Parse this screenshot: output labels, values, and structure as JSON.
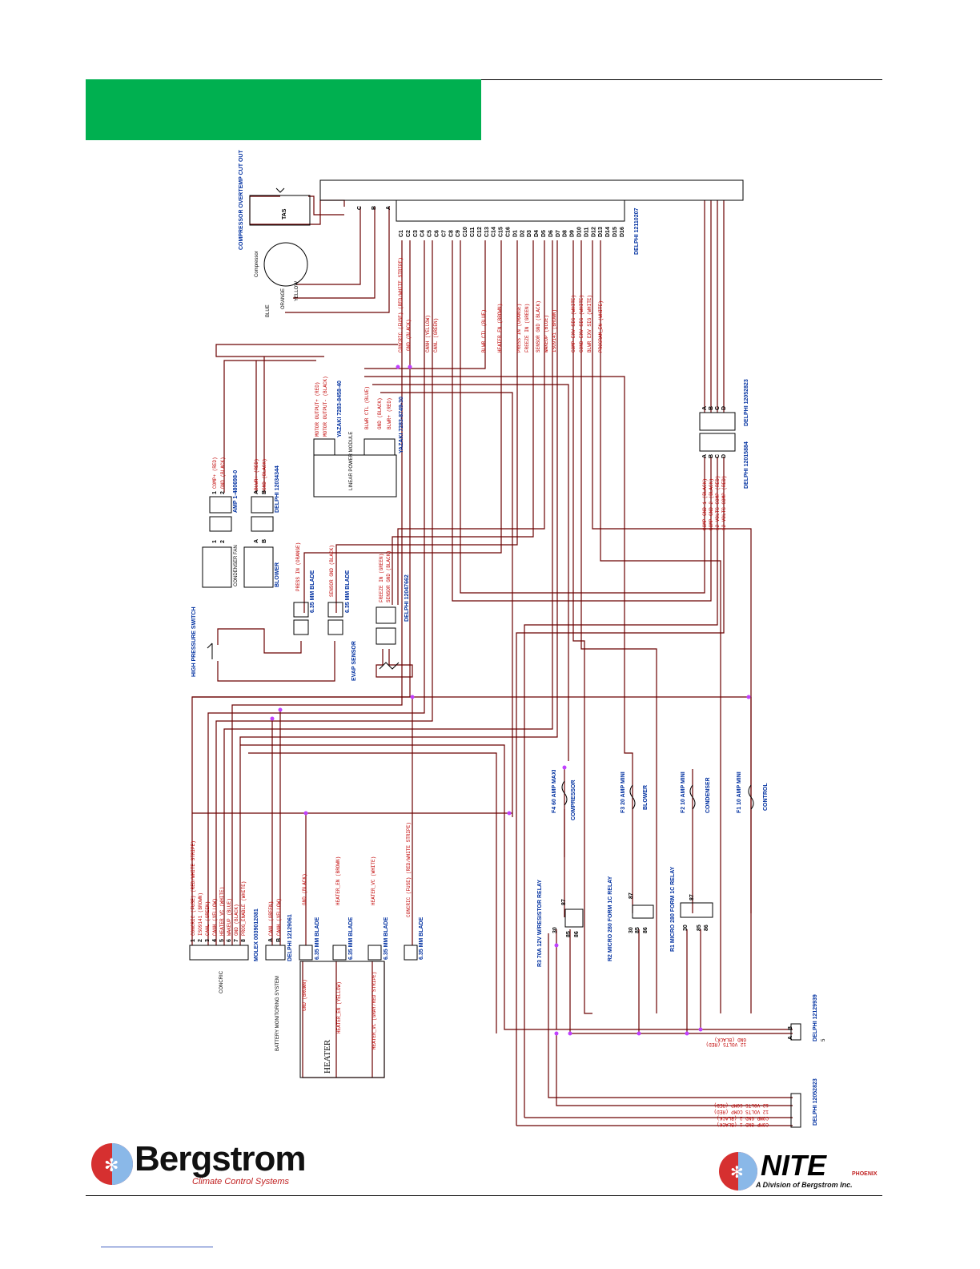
{
  "header": {
    "accent_color": "#00b050"
  },
  "top_labels": {
    "compressor_overtemp": "COMPRESSOR OVERTEMP CUT OUT",
    "tas": "TAS",
    "compressor": "Compressor",
    "wire_blue": "BLUE",
    "wire_orange": "ORANGE",
    "wire_yellow": "YELLOW",
    "terminal_c": "C",
    "terminal_b": "B",
    "terminal_a": "A",
    "delphi_main": "DELPHI 12110207"
  },
  "main_pins": [
    "C1",
    "C2",
    "C3",
    "C4",
    "C5",
    "C6",
    "C7",
    "C8",
    "C9",
    "C10",
    "C11",
    "C12",
    "C13",
    "C14",
    "C15",
    "C16",
    "D1",
    "D2",
    "D3",
    "D4",
    "D5",
    "D6",
    "D7",
    "D8",
    "D9",
    "D10",
    "D11",
    "D12",
    "D13",
    "D14",
    "D15",
    "D16"
  ],
  "main_wires": [
    "CONCRIC (FUSE) (RED/WHITE STRIPE)",
    "GND (BLACK)",
    "CANH (YELLOW)",
    "CANL (GREEN)",
    "BLWR CTL (BLUE)",
    "HEATER EN (BROWN)",
    "PRESS IN (ORANGE)",
    "FREEZE IN (GREEN)",
    "SENSOR GND (BLACK)",
    "WAKEUP (BLUE)",
    "ISO9141 (BROWN)",
    "COMP EXV SIG (WHITE)",
    "COND EXV SIG (WHITE)",
    "BLWR EXV SIG (WHITE)",
    "PROGRAM_EN (WHITE)"
  ],
  "left_connectors": {
    "amp": "AMP 1-480698-0",
    "amp_wires": [
      "COMP+ (RED)",
      "GND (BLACK)"
    ],
    "condenser_fan": "CONDENSER FAN",
    "delphi_blower": "DELPHI 12034344",
    "blower_wires": [
      "BLWR+ (RED)",
      "GND (BLACK)"
    ],
    "blower": "BLOWER",
    "pin_1": "1",
    "pin_2": "2",
    "pin_a": "A",
    "pin_b": "B"
  },
  "module": {
    "yazaki_top": "YAZAKI 7283-8458-40",
    "yazaki_top_wires": [
      "MOTOR OUTPUT+ (RED)",
      "MOTOR OUTPUT- (BLACK)"
    ],
    "yazaki_bottom": "YAZAKI 7283-8749-30",
    "yazaki_bottom_wires": [
      "BLWR CTL (BLUE)",
      "GND (BLACK)",
      "BLWR+ (RED)"
    ],
    "module_name": "LINEAR POWER MODULE"
  },
  "sensors": {
    "press_blade": "6.35 MM BLADE",
    "press_wire": "PRESS IN (ORANGE)",
    "sensor_blade": "6.35 MM BLADE",
    "sensor_wire": "SENSOR GND (BLACK)",
    "delphi_evap": "DELPHI 12047662",
    "evap_wires": [
      "FREEZE IN (GREEN)",
      "SENSOR GND (BLACK)"
    ],
    "high_pressure": "HIGH PRESSURE SWITCH",
    "evap_sensor": "EVAP SENSOR"
  },
  "right_connectors": {
    "delphi_a": "DELPHI 12052823",
    "delphi_b": "DELPHI 12015884",
    "pins": [
      "A",
      "B",
      "C",
      "D"
    ],
    "wires": [
      "COMP GND 1 (BLACK)",
      "COMP GND 2 (BLACK)",
      "12 VOLTS COMP (RED)",
      "12 VOLTS COMP (RED)"
    ]
  },
  "fuses": [
    {
      "name": "F4 60 AMP MAXI",
      "load": "COMPRESSOR"
    },
    {
      "name": "F3 20 AMP MINI",
      "load": "BLOWER"
    },
    {
      "name": "F2 10 AMP MINI",
      "load": "CONDENSER"
    },
    {
      "name": "F1 10 AMP MINI",
      "load": "CONTROL"
    }
  ],
  "relays": [
    {
      "name": "R3 70A 12V W/RESISTOR RELAY",
      "pins": [
        "30",
        "87",
        "85",
        "86"
      ]
    },
    {
      "name": "R2 MICRO 280 FORM 1C RELAY",
      "pins": [
        "30",
        "87",
        "85",
        "86"
      ]
    },
    {
      "name": "R1 MICRO 280 FORM 1C RELAY",
      "pins": [
        "30",
        "87",
        "85",
        "86"
      ]
    }
  ],
  "bottom_left": {
    "molex": "MOLEX 0039012081",
    "concric": "CONCRIC",
    "molex_pins": [
      "1",
      "2",
      "3",
      "4",
      "5",
      "6",
      "7",
      "8"
    ],
    "molex_wires": [
      "CONCRIC (FUSE) (RED/WHITE STRIPE)",
      "ISO9141 (BROWN)",
      "CANL (GREEN)",
      "CANH (YELLOW)",
      "HEATER_VC (WHITE)",
      "WAKEUP (BLUE)",
      "GND (BLACK)",
      "PROG_ENABLE (WHITE)"
    ],
    "delphi_bms": "DELPHI 12129061",
    "bms_wires": [
      "CANL (GREEN)",
      "CANH (YELLOW)"
    ],
    "bms": "BATTERY MONITORING SYSTEM",
    "blades": [
      "6.35 MM BLADE",
      "6.35 MM BLADE",
      "6.35 MM BLADE",
      "6.35 MM BLADE"
    ],
    "blade_wires_top": [
      "GND (BLACK)",
      "HEATER_EN (BROWN)",
      "HEATER_VC (WHITE)",
      "CONCRIC (FUSE) (RED/WHITE STRIPE)"
    ],
    "blade_wires_bottom": [
      "GND (BROWN)",
      "HEATER_EN (YELLOW)",
      "HEATER_VC (GRAY/RED STRIPE)"
    ],
    "heater": "HEATER"
  },
  "bottom_right": {
    "delphi_power": "DELPHI 12129939",
    "power_wires": [
      "GND (BLACK)",
      "12 VOLTS (RED)"
    ],
    "power_note": "5",
    "delphi_comp": "DELPHI 12052823",
    "comp_wires": [
      "12 VOLTS COMP (RED)",
      "12 VOLTS COMP (RED)",
      "COMP GND 2 (BLACK)",
      "COMP GND 1 (BLACK)"
    ]
  },
  "logos": {
    "bergstrom": "Bergstrom",
    "bergstrom_tagline": "Climate Control Systems",
    "nite": "NITE",
    "nite_sub": "PHOENIX",
    "nite_tagline": "A Division of Bergstrom Inc."
  }
}
